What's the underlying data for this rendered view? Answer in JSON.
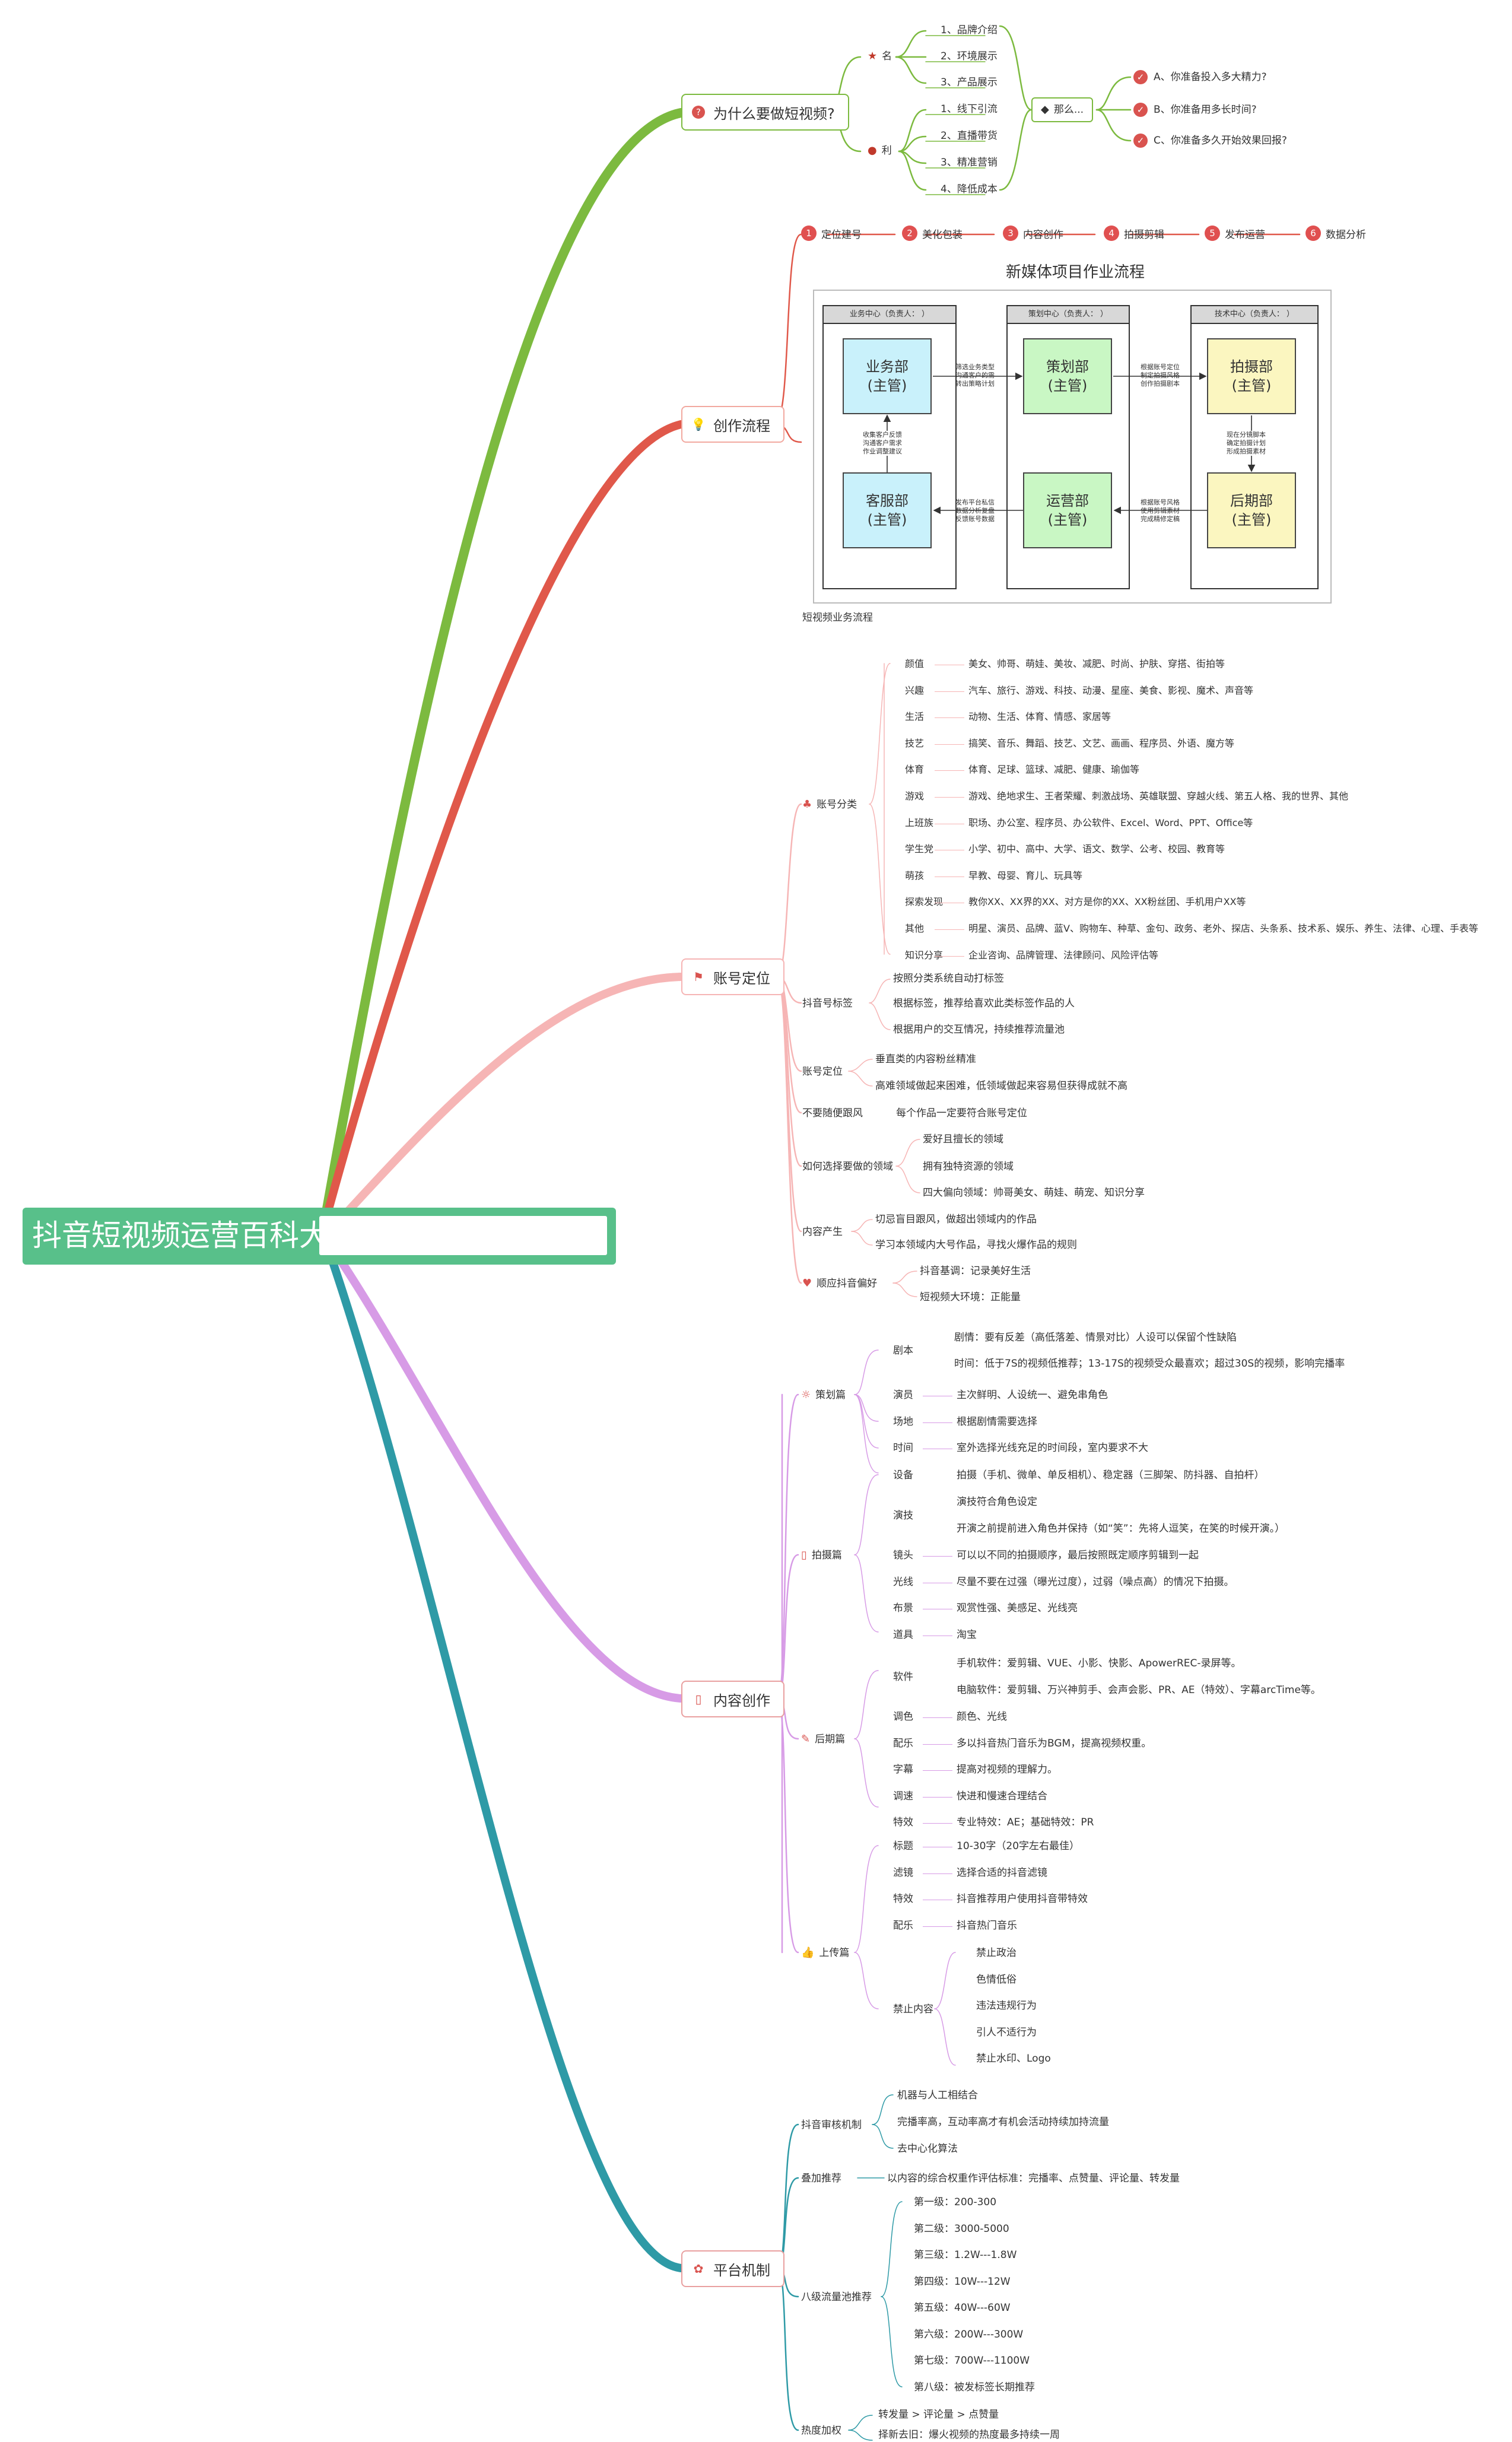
{
  "root": {
    "title": "抖音短视频运营百科大全"
  },
  "colors": {
    "why": "#7cba3f",
    "flow": "#e0584a",
    "account": "#f6b5b5",
    "content": "#d79be6",
    "platform": "#2e9aa6",
    "root": "#58c08a"
  },
  "why": {
    "label": "为什么要做短视频?",
    "icon": "question-icon",
    "ming": {
      "label": "名",
      "items": [
        "1、品牌介绍",
        "2、环境展示",
        "3、产品展示"
      ]
    },
    "li": {
      "label": "利",
      "items": [
        "1、线下引流",
        "2、直播带货",
        "3、精准营销",
        "4、降低成本"
      ]
    },
    "then": {
      "label": "那么...",
      "items": [
        "A、你准备投入多大精力?",
        "B、你准备用多长时间?",
        "C、你准备多久开始效果回报?"
      ]
    }
  },
  "flow": {
    "label": "创作流程",
    "steps": [
      "定位建号",
      "美化包装",
      "内容创作",
      "拍摄剪辑",
      "发布运营",
      "数据分析"
    ],
    "step_nums": [
      "1",
      "2",
      "3",
      "4",
      "5",
      "6"
    ],
    "diagram_title": "新媒体项目作业流程",
    "caption": "短视频业务流程",
    "lanes": [
      "业务中心（负责人：   ）",
      "策划中心（负责人：   ）",
      "技术中心（负责人：   ）"
    ],
    "depts": {
      "biz": [
        "业务部",
        "(主管)"
      ],
      "kefu": [
        "客服部",
        "(主管)"
      ],
      "plan": [
        "策划部",
        "(主管)"
      ],
      "ops": [
        "运营部",
        "(主管)"
      ],
      "shoot": [
        "拍摄部",
        "(主管)"
      ],
      "post": [
        "后期部",
        "(主管)"
      ]
    },
    "notes": {
      "biz_plan": [
        "筛选业务类型",
        "沟通客户的需",
        "转出策略计划"
      ],
      "plan_shoot": [
        "根据账号定位",
        "制定拍摄风格",
        "创作拍摄剧本"
      ],
      "shoot_post": [
        "现在分镜脚本",
        "确定拍摄计划",
        "形成拍摄素材"
      ],
      "post_ops": [
        "根据账号风格",
        "使用剪辑素材",
        "完成精修定稿"
      ],
      "ops_kefu": [
        "发布平台私信",
        "数据分析复盘",
        "反馈账号数据"
      ],
      "kefu_biz": [
        "收集客户反馈",
        "沟通客户需求",
        "作业调整建议"
      ]
    }
  },
  "account": {
    "label": "账号定位",
    "category": {
      "label": "账号分类",
      "rows": [
        [
          "颜值",
          "美女、帅哥、萌娃、美妆、减肥、时尚、护肤、穿搭、街拍等"
        ],
        [
          "兴趣",
          "汽车、旅行、游戏、科技、动漫、星座、美食、影视、魔术、声音等"
        ],
        [
          "生活",
          "动物、生活、体育、情感、家居等"
        ],
        [
          "技艺",
          "搞笑、音乐、舞蹈、技艺、文艺、画画、程序员、外语、魔方等"
        ],
        [
          "体育",
          "体育、足球、篮球、减肥、健康、瑜伽等"
        ],
        [
          "游戏",
          "游戏、绝地求生、王者荣耀、刺激战场、英雄联盟、穿越火线、第五人格、我的世界、其他"
        ],
        [
          "上班族",
          "职场、办公室、程序员、办公软件、Excel、Word、PPT、Office等"
        ],
        [
          "学生党",
          "小学、初中、高中、大学、语文、数学、公考、校园、教育等"
        ],
        [
          "萌孩",
          "早教、母婴、育儿、玩具等"
        ],
        [
          "探索发现",
          "教你XX、XX界的XX、对方是你的XX、XX粉丝团、手机用户XX等"
        ],
        [
          "其他",
          "明星、演员、品牌、蓝V、购物车、种草、金句、政务、老外、探店、头条系、技术系、娱乐、养生、法律、心理、手表等"
        ],
        [
          "知识分享",
          "企业咨询、品牌管理、法律顾问、风险评估等"
        ]
      ]
    },
    "tags": {
      "label": "抖音号标签",
      "items": [
        "按照分类系统自动打标签",
        "根据标签，推荐给喜欢此类标签作品的人",
        "根据用户的交互情况，持续推荐流量池"
      ]
    },
    "position": {
      "label": "账号定位",
      "items": [
        "垂直类的内容粉丝精准",
        "高难领域做起来困难，低领域做起来容易但获得成就不高"
      ]
    },
    "no_random": {
      "label": "不要随便跟风",
      "item": "每个作品一定要符合账号定位"
    },
    "choose": {
      "label": "如何选择要做的领域",
      "items": [
        "爱好且擅长的领域",
        "拥有独特资源的领域",
        "四大偏向领域：帅哥美女、萌娃、萌宠、知识分享"
      ]
    },
    "produce": {
      "label": "内容产生",
      "items": [
        "切忌盲目跟风，做超出领域内的作品",
        "学习本领域内大号作品，寻找火爆作品的规则"
      ]
    },
    "hobby": {
      "label": "顺应抖音偏好",
      "items": [
        "抖音基调：记录美好生活",
        "短视频大环境：正能量"
      ]
    }
  },
  "content": {
    "label": "内容创作",
    "plan": {
      "label": "策划篇",
      "script": {
        "label": "剧本",
        "items": [
          "剧情：要有反差（高低落差、情景对比）人设可以保留个性缺陷",
          "时间：低于7S的视频低推荐；13-17S的视频受众最喜欢；超过30S的视频，影响完播率"
        ]
      },
      "rows": [
        [
          "演员",
          "主次鲜明、人设统一、避免串角色"
        ],
        [
          "场地",
          "根据剧情需要选择"
        ],
        [
          "时间",
          "室外选择光线充足的时间段，室内要求不大"
        ]
      ]
    },
    "shoot": {
      "label": "拍摄篇",
      "device": [
        "设备",
        "拍摄（手机、微单、单反相机）、稳定器（三脚架、防抖器、自拍杆）"
      ],
      "act": {
        "label": "演技",
        "items": [
          "演技符合角色设定",
          "开演之前提前进入角色并保持（如“笑”：先将人逗笑，在笑的时候开演。）"
        ]
      },
      "rows": [
        [
          "镜头",
          "可以以不同的拍摄顺序，最后按照既定顺序剪辑到一起"
        ],
        [
          "光线",
          "尽量不要在过强（曝光过度），过弱（噪点高）的情况下拍摄。"
        ],
        [
          "布景",
          "观赏性强、美感足、光线亮"
        ],
        [
          "道具",
          "淘宝"
        ]
      ]
    },
    "post": {
      "label": "后期篇",
      "software": {
        "label": "软件",
        "items": [
          "手机软件：爱剪辑、VUE、小影、快影、ApowerREC-录屏等。",
          "电脑软件：爱剪辑、万兴神剪手、会声会影、PR、AE（特效）、字幕arcTime等。"
        ]
      },
      "rows": [
        [
          "调色",
          "颜色、光线"
        ],
        [
          "配乐",
          "多以抖音热门音乐为BGM，提高视频权重。"
        ],
        [
          "字幕",
          "提高对视频的理解力。"
        ],
        [
          "调速",
          "快进和慢速合理结合"
        ],
        [
          "特效",
          "专业特效：AE；基础特效：PR"
        ]
      ]
    },
    "upload": {
      "label": "上传篇",
      "rows": [
        [
          "标题",
          "10-30字（20字左右最佳）"
        ],
        [
          "滤镜",
          "选择合适的抖音滤镜"
        ],
        [
          "特效",
          "抖音推荐用户使用抖音带特效"
        ],
        [
          "配乐",
          "抖音热门音乐"
        ]
      ],
      "banned": {
        "label": "禁止内容",
        "items": [
          "禁止政治",
          "色情低俗",
          "违法违规行为",
          "引人不适行为",
          "禁止水印、Logo"
        ]
      }
    }
  },
  "platform": {
    "label": "平台机制",
    "review": {
      "label": "抖音审核机制",
      "items": [
        "机器与人工相结合",
        "完播率高，互动率高才有机会活动持续加持流量",
        "去中心化算法"
      ]
    },
    "stack": {
      "label": "叠加推荐",
      "item": "以内容的综合权重作评估标准：完播率、点赞量、评论量、转发量"
    },
    "pools": {
      "label": "八级流量池推荐",
      "items": [
        "第一级：200-300",
        "第二级：3000-5000",
        "第三级：1.2W---1.8W",
        "第四级：10W---12W",
        "第五级：40W---60W",
        "第六级：200W---300W",
        "第七级：700W---1100W",
        "第八级：被发标签长期推荐"
      ]
    },
    "heat": {
      "label": "热度加权",
      "items": [
        "转发量 > 评论量 > 点赞量",
        "择新去旧：爆火视频的热度最多持续一周"
      ]
    }
  }
}
